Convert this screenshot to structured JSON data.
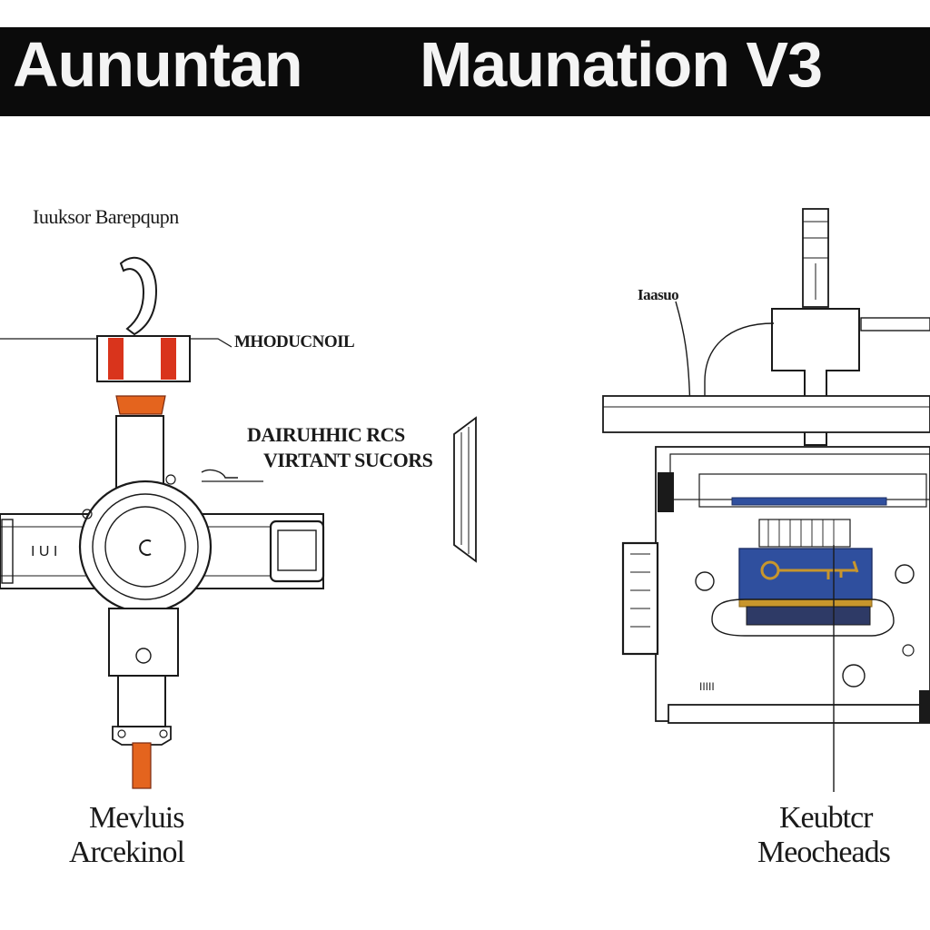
{
  "header": {
    "title_left": "Aununtan",
    "title_right": "Maunation V3"
  },
  "labels": {
    "top_left": "Iuuksor Barepqupn",
    "solenoid": "MHODUCNOIL",
    "center_line1": "DAIRUHHIC RCS",
    "center_line2": "VIRTANT SUCORS",
    "right_top": "Iaasuo",
    "bottom_left_line1": "Mevluis",
    "bottom_left_line2": "Arcekinol",
    "bottom_right_line1": "Keubtcr",
    "bottom_right_line2": "Meocheads"
  },
  "colors": {
    "title_bar": "#0b0b0b",
    "ink": "#1a1a1a",
    "accent_red": "#d9341c",
    "accent_orange": "#e4641e",
    "panel_blue": "#2f4f9e",
    "key_gold": "#c8962c"
  }
}
